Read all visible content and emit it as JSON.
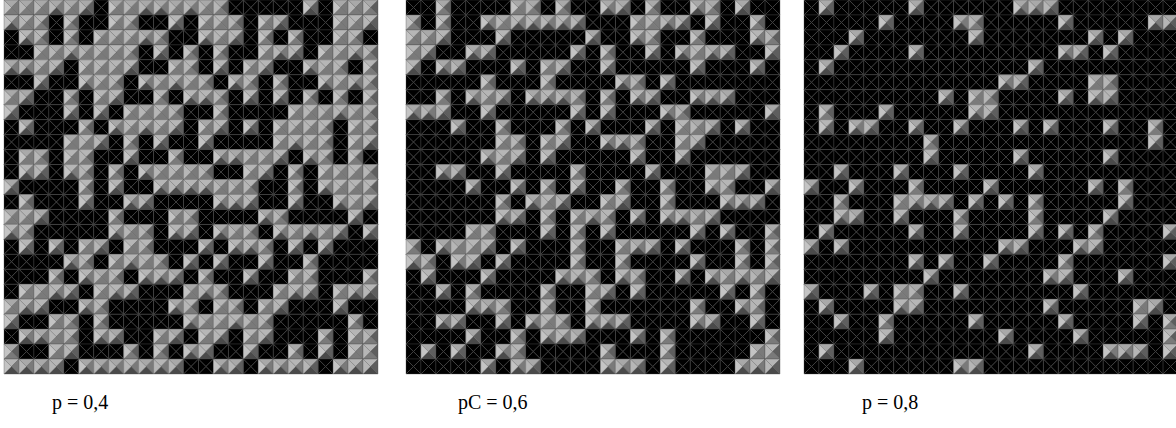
{
  "diagram": {
    "labels": [
      "p = 0,4",
      "pC = 0,6",
      "p = 0,8"
    ]
  }
}
